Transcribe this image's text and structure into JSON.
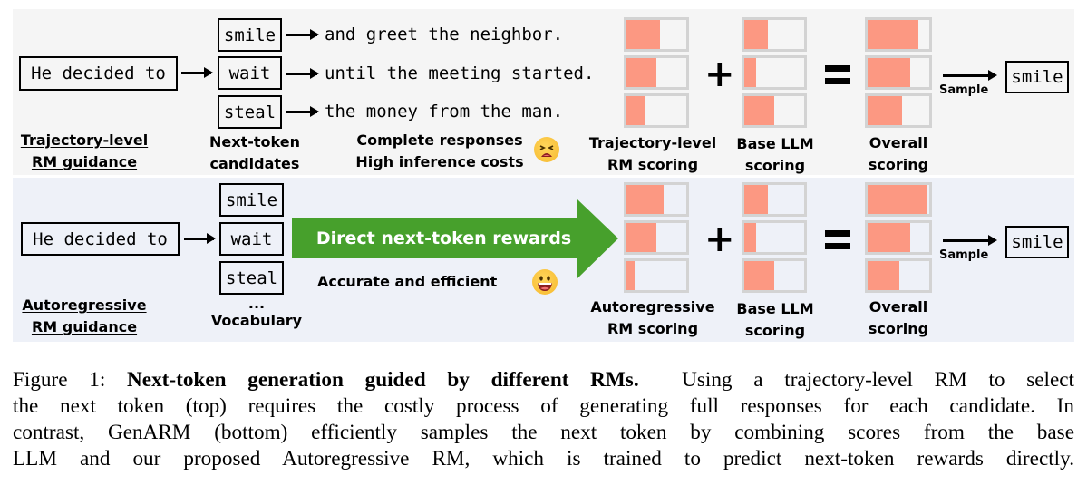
{
  "top_panel": {
    "prompt": "He decided to",
    "candidates": [
      "smile",
      "wait",
      "steal"
    ],
    "continuations": [
      "and greet the neighbor.",
      "until the meeting started.",
      "the money from the man."
    ],
    "title_line1": "Trajectory-level",
    "title_line2": "RM guidance",
    "candidates_label_line1": "Next-token",
    "candidates_label_line2": "candidates",
    "note_line1": "Complete responses",
    "note_line2": "High inference costs",
    "note_emoji": "tired-face-emoji",
    "rm_label_line1": "Trajectory-level",
    "rm_label_line2": "RM scoring",
    "base_label_line1": "Base LLM",
    "base_label_line2": "scoring",
    "overall_label_line1": "Overall",
    "overall_label_line2": "scoring",
    "plus": "+",
    "sample_label": "Sample",
    "sampled_token": "smile",
    "scores": {
      "rm": [
        0.56,
        0.5,
        0.3
      ],
      "base": [
        0.4,
        0.2,
        0.5
      ],
      "overall": [
        0.82,
        0.69,
        0.56
      ]
    }
  },
  "bottom_panel": {
    "prompt": "He decided to",
    "candidates": [
      "smile",
      "wait",
      "steal"
    ],
    "ellipsis": "...",
    "vocab_label": "Vocabulary",
    "title_line1": "Autoregressive",
    "title_line2": "RM guidance",
    "arrow_text": "Direct next-token rewards",
    "note": "Accurate and efficient",
    "note_emoji": "grinning-face-emoji",
    "rm_label_line1": "Autoregressive",
    "rm_label_line2": "RM scoring",
    "base_label_line1": "Base LLM",
    "base_label_line2": "scoring",
    "overall_label_line1": "Overall",
    "overall_label_line2": "scoring",
    "plus": "+",
    "sample_label": "Sample",
    "sampled_token": "smile",
    "scores": {
      "rm": [
        0.62,
        0.5,
        0.13
      ],
      "base": [
        0.4,
        0.2,
        0.5
      ],
      "overall": [
        0.96,
        0.69,
        0.52
      ]
    }
  },
  "colors": {
    "score_fill": "#fc9882",
    "bar_border": "#d3d3d3",
    "arrow_green": "#47a02c",
    "top_bg": "#f5f5f5",
    "bottom_bg": "#eef1f8"
  },
  "caption": {
    "prefix": "Figure 1: ",
    "bold": "Next-token generation guided by different RMs.",
    "line1_rest": "Using a trajectory-level RM to select",
    "line2": "the next token (top) requires the costly process of generating full responses for each candidate. In",
    "line3": "contrast, GenARM (bottom) efficiently samples the next token by combining scores from the base",
    "line4": "LLM and our proposed Autoregressive RM, which is trained to predict next-token rewards directly."
  }
}
